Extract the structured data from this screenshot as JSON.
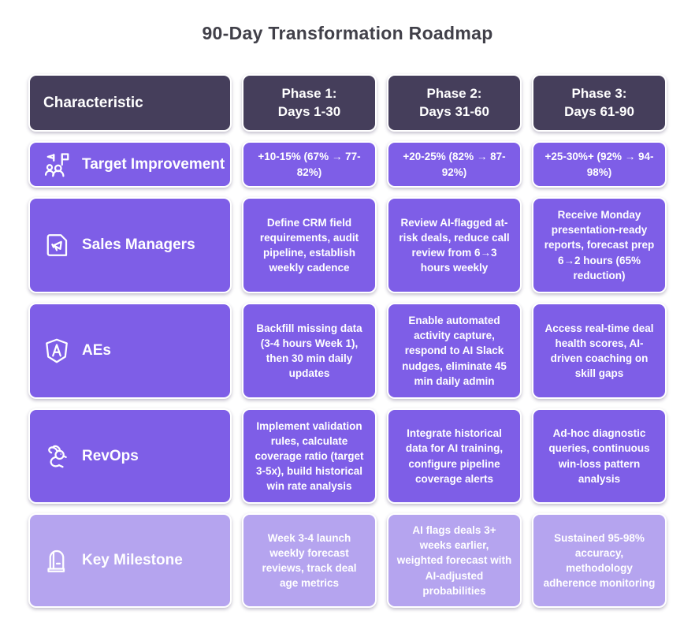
{
  "title": "90-Day Transformation Roadmap",
  "colors": {
    "header_bg": "#453E5B",
    "row_bg": "#7E5EE7",
    "milestone_row_bg": "#B5A4EF",
    "cell_border": "#FFFFFF",
    "text": "#FFFFFF",
    "title_text": "#414049",
    "page_bg": "#FFFFFF"
  },
  "table": {
    "header": {
      "characteristic": "Characteristic",
      "phases": [
        {
          "line1": "Phase 1:",
          "line2": "Days 1-30"
        },
        {
          "line1": "Phase 2:",
          "line2": "Days 31-60"
        },
        {
          "line1": "Phase 3:",
          "line2": "Days 61-90"
        }
      ]
    },
    "rows": [
      {
        "label": "Target Improvement",
        "icon": "goal-flag-people-icon",
        "cells": [
          "+10-15% (67% → 77-82%)",
          "+20-25% (82% → 87-92%)",
          "+25-30%+ (92% → 94-98%)"
        ]
      },
      {
        "label": "Sales Managers",
        "icon": "megaphone-document-icon",
        "cells": [
          "Define CRM field requirements, audit pipeline, establish weekly cadence",
          "Review AI-flagged at-risk deals, reduce call review from 6→3 hours weekly",
          "Receive Monday presentation-ready reports, forecast prep 6→2 hours (65% reduction)"
        ]
      },
      {
        "label": "AEs",
        "icon": "shield-a-icon",
        "cells": [
          "Backfill missing data (3-4 hours Week 1), then 30 min daily updates",
          "Enable automated activity capture, respond to AI Slack nudges, eliminate 45 min daily admin",
          "Access real-time deal health scores, AI-driven coaching on skill gaps"
        ]
      },
      {
        "label": "RevOps",
        "icon": "rabbit-icon",
        "cells": [
          "Implement validation rules, calculate coverage ratio (target 3-5x), build historical win rate analysis",
          "Integrate historical data for AI training, configure pipeline coverage alerts",
          "Ad-hoc diagnostic queries, continuous win-loss pattern analysis"
        ]
      },
      {
        "label": "Key Milestone",
        "icon": "milestone-marker-icon",
        "cells": [
          "Week 3-4 launch weekly forecast reviews, track deal age metrics",
          "AI flags deals 3+ weeks earlier, weighted forecast with AI-adjusted probabilities",
          "Sustained 95-98% accuracy, methodology adherence monitoring"
        ]
      }
    ]
  }
}
